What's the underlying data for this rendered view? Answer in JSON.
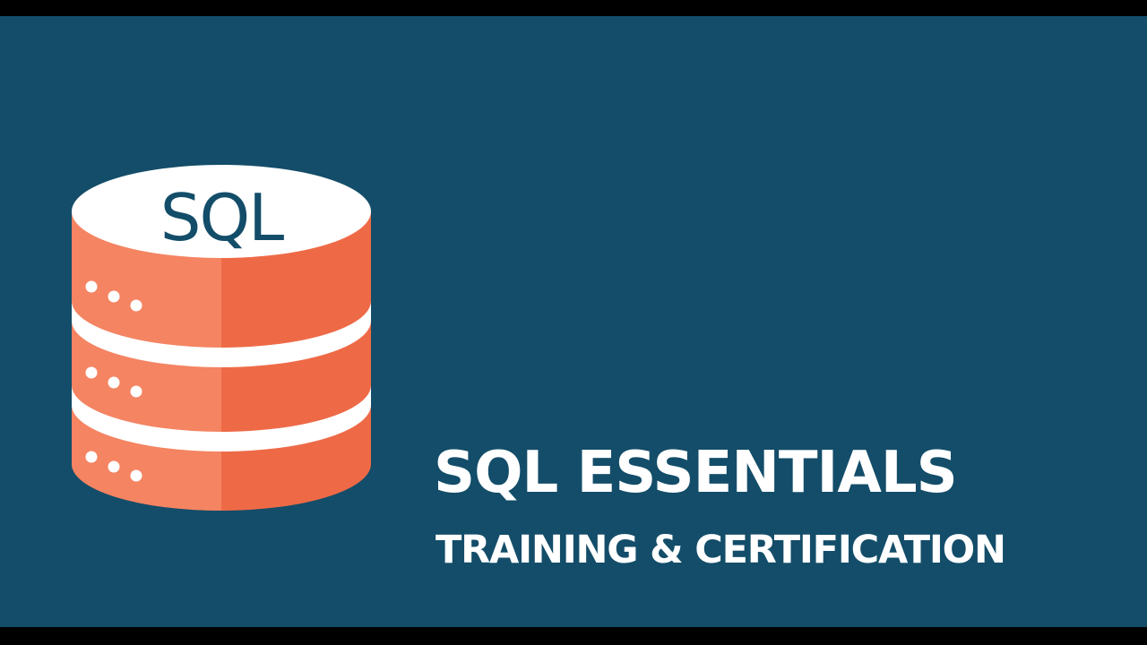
{
  "logo": {
    "icon": "database-icon",
    "label": "SQL"
  },
  "banner": {
    "title": "SQL ESSENTIALS",
    "subtitle": "TRAINING & CERTIFICATION"
  },
  "colors": {
    "background": "#134d69",
    "cylinder_light": "#f47f5f",
    "cylinder_dark": "#ee6a47",
    "stripe": "#ffffff",
    "logo_text": "#134d69"
  }
}
